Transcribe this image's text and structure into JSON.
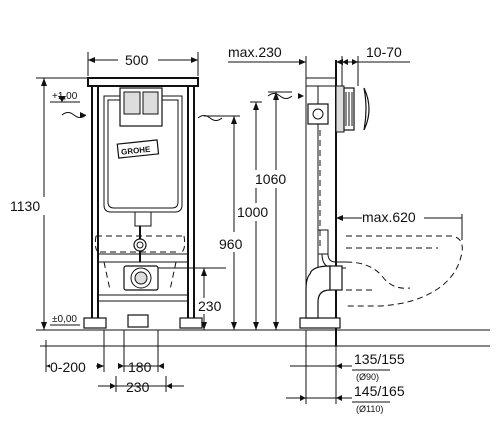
{
  "front_view": {
    "width_top": "500",
    "height_total": "1130",
    "height_1060": "1060",
    "height_1000": "1000",
    "height_960": "960",
    "height_230": "230",
    "level_top": "+1,00",
    "level_floor": "±0,00",
    "offset_bottom": "0-200",
    "spacing_180": "180",
    "spacing_230": "230",
    "brand_logo": "GROHE"
  },
  "side_view": {
    "depth_max": "max.230",
    "panel_range": "10-70",
    "bowl_max": "max.620",
    "pipe_90_range": "135/155",
    "pipe_90_dia": "(Ø90)",
    "pipe_110_range": "145/165",
    "pipe_110_dia": "(Ø110)"
  }
}
